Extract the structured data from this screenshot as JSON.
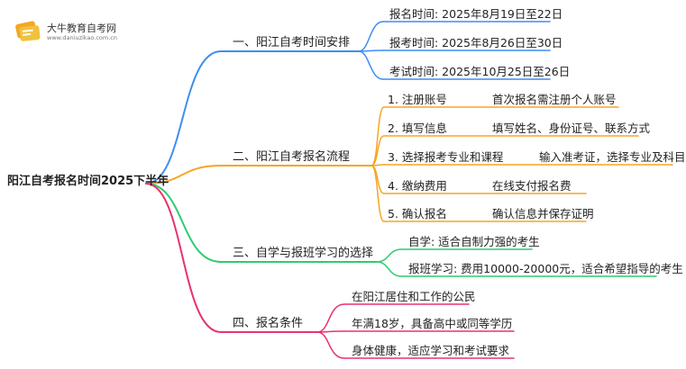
{
  "brand": {
    "name": "大牛教育自考网",
    "url": "www.daniuzikao.com.cn",
    "logo_icon": "book-stack-icon"
  },
  "colors": {
    "branch1": "#3d8ef0",
    "branch2": "#f5a623",
    "branch3": "#2ecc71",
    "branch4": "#e8336d"
  },
  "root": {
    "label": "阳江自考报名时间2025下半年"
  },
  "sections": [
    {
      "label": "一、阳江自考时间安排",
      "items": [
        {
          "text": "报名时间: 2025年8月19日至22日"
        },
        {
          "text": "报考时间: 2025年8月26日至30日"
        },
        {
          "text": "考试时间: 2025年10月25日至26日"
        }
      ]
    },
    {
      "label": "二、阳江自考报名流程",
      "items": [
        {
          "text": "1. 注册账号",
          "detail": "首次报名需注册个人账号"
        },
        {
          "text": "2. 填写信息",
          "detail": "填写姓名、身份证号、联系方式"
        },
        {
          "text": "3. 选择报考专业和课程",
          "detail": "输入准考证，选择专业及科目"
        },
        {
          "text": "4. 缴纳费用",
          "detail": "在线支付报名费"
        },
        {
          "text": "5. 确认报名",
          "detail": "确认信息并保存证明"
        }
      ]
    },
    {
      "label": "三、自学与报班学习的选择",
      "items": [
        {
          "text": "自学: 适合自制力强的考生"
        },
        {
          "text": "报班学习: 费用10000-20000元，适合希望指导的考生"
        }
      ]
    },
    {
      "label": "四、报名条件",
      "items": [
        {
          "text": "在阳江居住和工作的公民"
        },
        {
          "text": "年满18岁，具备高中或同等学历"
        },
        {
          "text": "身体健康，适应学习和考试要求"
        }
      ]
    }
  ]
}
